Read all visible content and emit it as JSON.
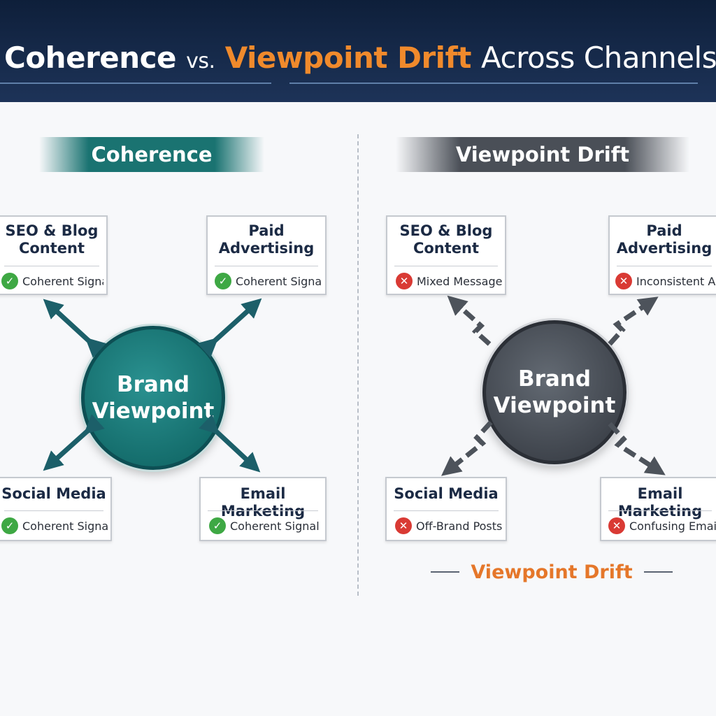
{
  "header": {
    "title_part1": "Coherence",
    "title_vs": "vs.",
    "title_accent": "Viewpoint Drift",
    "title_part2": "Across Channels."
  },
  "left_panel": {
    "banner": "Coherence",
    "hub_label": "Brand\nViewpoint",
    "cards": [
      {
        "title": "SEO & Blog\nContent",
        "status": "Coherent Signal",
        "status_type": "ok"
      },
      {
        "title": "Paid\nAdvertising",
        "status": "Coherent Signal",
        "status_type": "ok"
      },
      {
        "title": "Social Media",
        "status": "Coherent Signal",
        "status_type": "ok"
      },
      {
        "title": "Email Marketing",
        "status": "Coherent Signal",
        "status_type": "ok"
      }
    ]
  },
  "right_panel": {
    "banner": "Viewpoint Drift",
    "hub_label": "Brand\nViewpoint",
    "cards": [
      {
        "title": "SEO & Blog\nContent",
        "status": "Mixed Message",
        "status_type": "bad"
      },
      {
        "title": "Paid\nAdvertising",
        "status": "Inconsistent Ads",
        "status_type": "bad"
      },
      {
        "title": "Social Media",
        "status": "Off-Brand Posts",
        "status_type": "bad"
      },
      {
        "title": "Email Marketing",
        "status": "Confusing Emails",
        "status_type": "bad"
      }
    ],
    "footer_label": "Viewpoint Drift"
  },
  "colors": {
    "header_bg": "#13264a",
    "accent_orange": "#f08a2c",
    "coherence_teal": "#1a7371",
    "drift_grey": "#4a4f57",
    "ok_green": "#3ea844",
    "bad_red": "#d93a34"
  },
  "icons": {
    "ok": "check-circle-icon",
    "bad": "x-circle-icon"
  }
}
